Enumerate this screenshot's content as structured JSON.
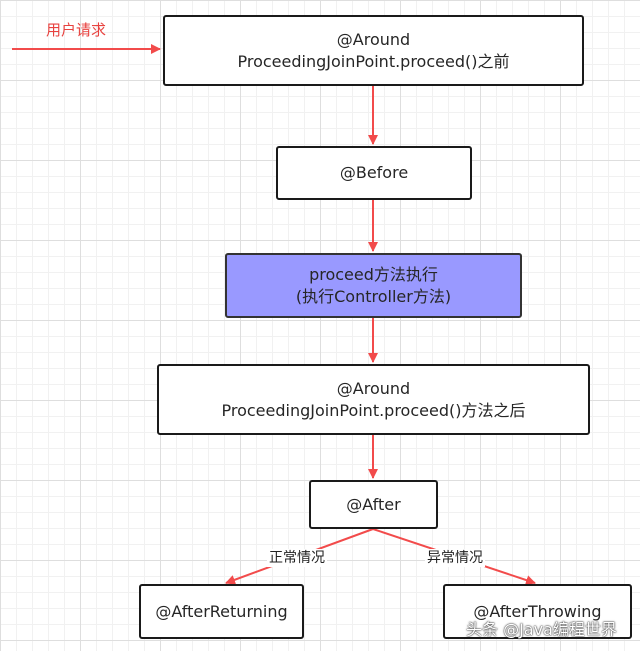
{
  "input": {
    "label": "用户请求"
  },
  "nodes": {
    "around_before": {
      "text": "@Around\nProceedingJoinPoint.proceed()之前"
    },
    "before": {
      "text": "@Before"
    },
    "proceed": {
      "text": "proceed方法执行\n(执行Controller方法)"
    },
    "around_after": {
      "text": "@Around\nProceedingJoinPoint.proceed()方法之后"
    },
    "after": {
      "text": "@After"
    },
    "after_returning": {
      "text": "@AfterReturning"
    },
    "after_throwing": {
      "text": "@AfterThrowing"
    }
  },
  "edges": {
    "normal": {
      "label": "正常情况"
    },
    "exception": {
      "label": "异常情况"
    }
  },
  "watermark": {
    "text": "头条 @Java编程世界"
  },
  "colors": {
    "arrow": "#f24b4b",
    "highlight_fill": "#9999ff"
  }
}
